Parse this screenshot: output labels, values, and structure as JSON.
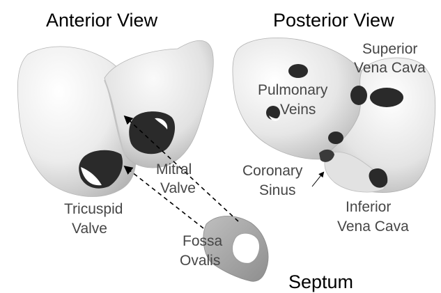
{
  "titles": {
    "anterior": "Anterior View",
    "posterior": "Posterior View",
    "septum": "Septum"
  },
  "anterior_labels": {
    "mitral_1": "Mitral",
    "mitral_2": "Valve",
    "tricuspid_1": "Tricuspid",
    "tricuspid_2": "Valve"
  },
  "posterior_labels": {
    "superior_1": "Superior",
    "superior_2": "Vena Cava",
    "pulmonary_1": "Pulmonary",
    "pulmonary_2": "Veins",
    "coronary_1": "Coronary",
    "coronary_2": "Sinus",
    "inferior_1": "Inferior",
    "inferior_2": "Vena Cava"
  },
  "septum_labels": {
    "fossa_1": "Fossa",
    "fossa_2": "Ovalis"
  },
  "colors": {
    "surface_light": "#f7f7f7",
    "surface_mid": "#d6d6d6",
    "surface_shadow": "#9c9c9c",
    "hole": "#2a2a2a",
    "septum": "#a8a8a8",
    "arrow": "#000000"
  }
}
